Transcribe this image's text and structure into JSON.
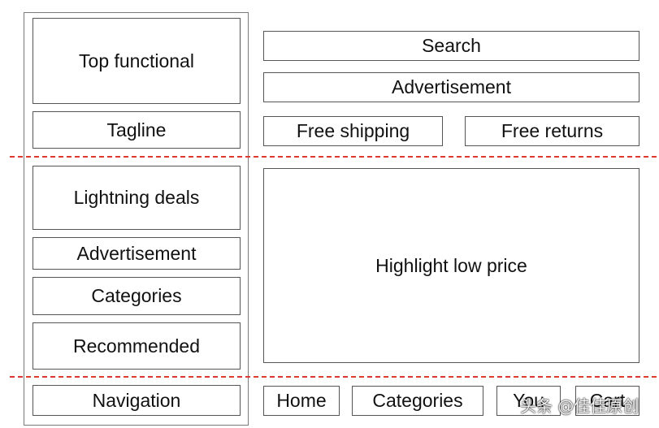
{
  "left_column": {
    "top_functional": "Top functional",
    "tagline": "Tagline",
    "lightning_deals": "Lightning deals",
    "advertisement": "Advertisement",
    "categories": "Categories",
    "recommended": "Recommended",
    "navigation": "Navigation"
  },
  "right_column": {
    "search": "Search",
    "advertisement": "Advertisement",
    "free_shipping": "Free shipping",
    "free_returns": "Free returns",
    "highlight_low_price": "Highlight low price"
  },
  "bottom_nav": {
    "home": "Home",
    "categories": "Categories",
    "you": "You",
    "cart": "Cart"
  },
  "watermark": "头条 @佳佳原创",
  "colors": {
    "divider": "#dd3b2e",
    "border": "#555555"
  }
}
